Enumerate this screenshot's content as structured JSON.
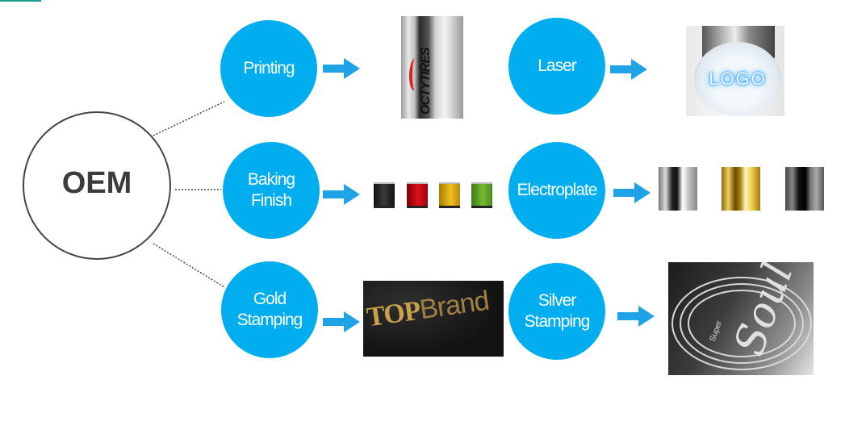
{
  "diagram": {
    "root": {
      "label": "OEM"
    },
    "accent_color": "#00aeef",
    "arrow_color": "#1fa3e6",
    "processes": [
      {
        "label": "Printing",
        "example": {
          "kind": "printed-pen",
          "text": "OCTYTIRES"
        }
      },
      {
        "label": "Laser",
        "example": {
          "kind": "laser-engraved-cap",
          "text": "LOGO"
        }
      },
      {
        "label": "Baking\nFinish",
        "example": {
          "kind": "colored-caps",
          "colors": [
            "#222222",
            "#c8101a",
            "#e0a818",
            "#5a9a28"
          ]
        }
      },
      {
        "label": "Electroplate",
        "example": {
          "kind": "plated-cylinders",
          "finishes": [
            "silver",
            "gold",
            "gunmetal"
          ]
        }
      },
      {
        "label": "Gold\nStamping",
        "example": {
          "kind": "gold-stamp",
          "text_a": "TOP",
          "text_b": "Brand"
        }
      },
      {
        "label": "Silver\nStamping",
        "example": {
          "kind": "silver-stamp",
          "text_a": "Soul",
          "text_b": "Super"
        }
      }
    ]
  }
}
